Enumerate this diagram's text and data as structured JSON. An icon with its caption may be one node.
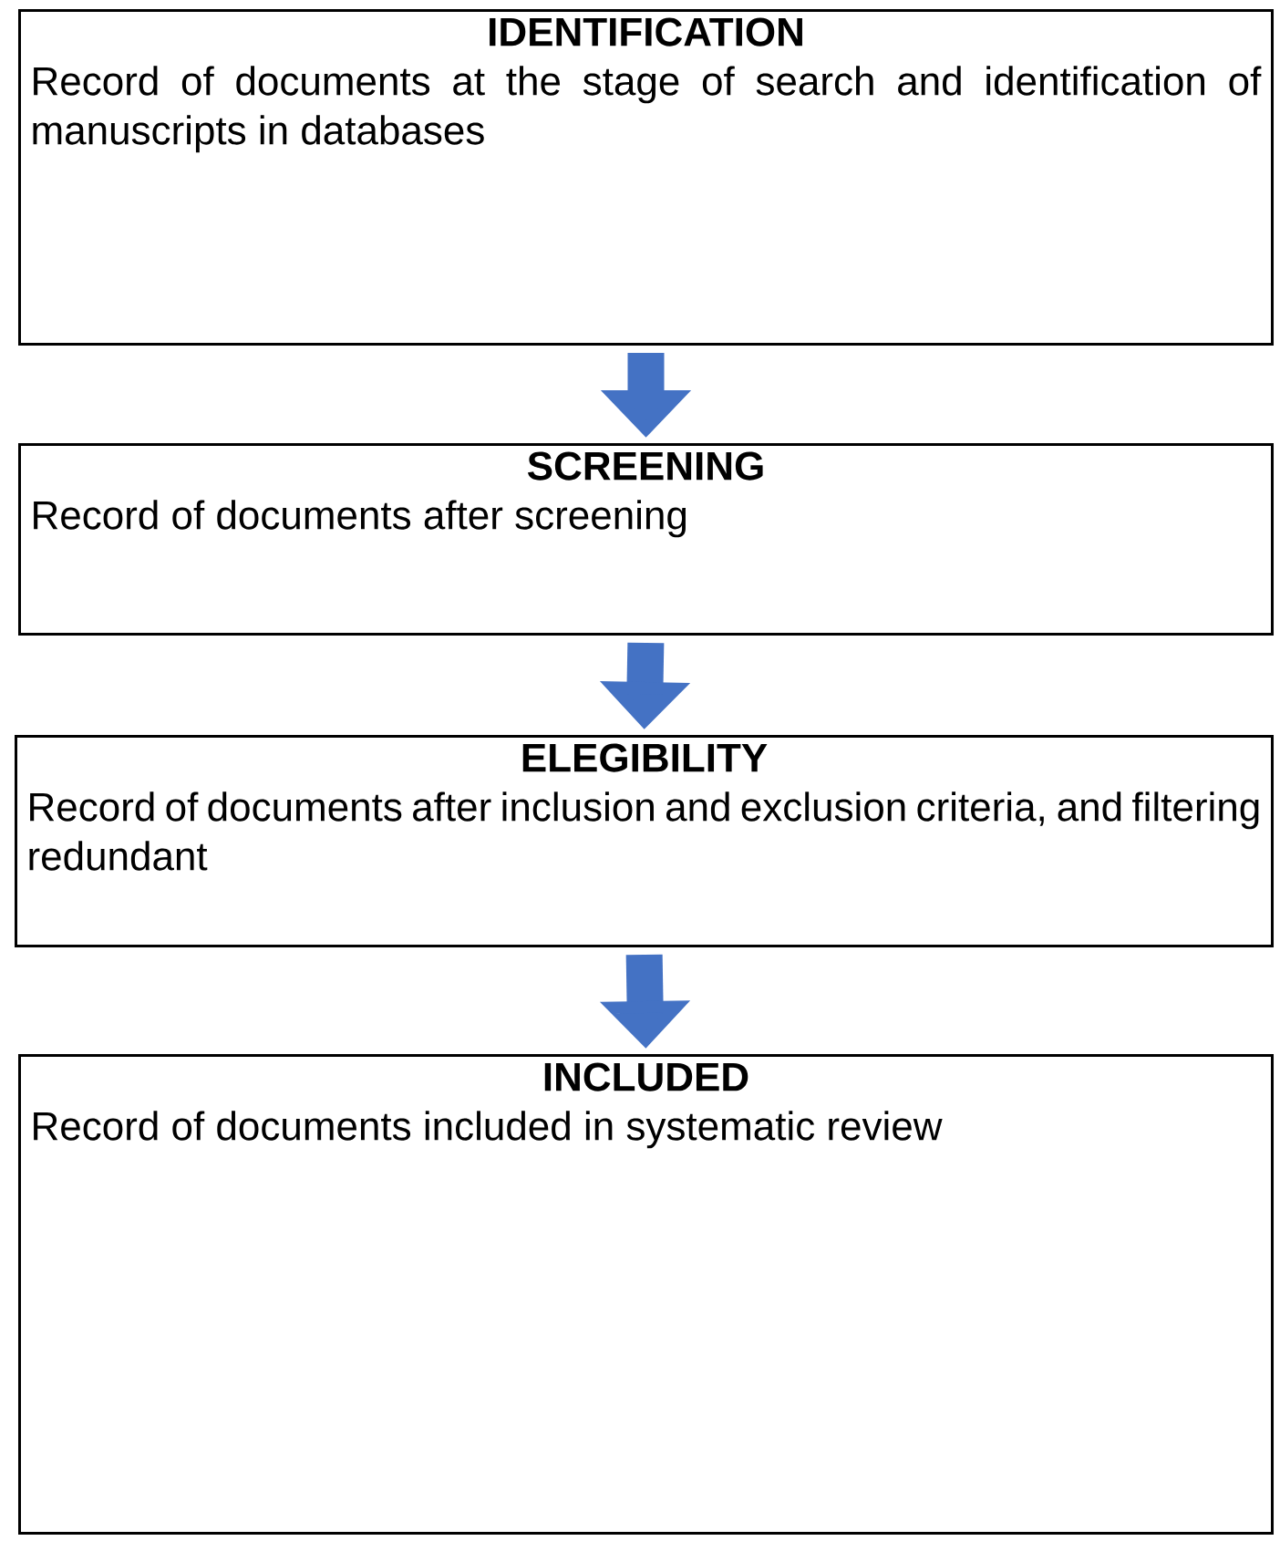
{
  "diagram": {
    "nodes": [
      {
        "text": [
          "IDENTIFICATION",
          "Record of documents at the stage of search and identification of manuscripts in databases"
        ]
      },
      {
        "text": [
          "SCREENING",
          "Record of documents after screening"
        ]
      },
      {
        "text": [
          "ELEGIBILITY",
          "Record of documents after inclusion and exclusion criteria, and filtering redundant"
        ]
      },
      {
        "text": [
          "INCLUDED",
          "Record of documents included in systematic review"
        ]
      }
    ],
    "edges": [
      {
        "from": 0,
        "to": 1,
        "arrow": "to"
      },
      {
        "from": 1,
        "to": 2,
        "arrow": "to"
      },
      {
        "from": 2,
        "to": 3,
        "arrow": "to"
      }
    ]
  }
}
